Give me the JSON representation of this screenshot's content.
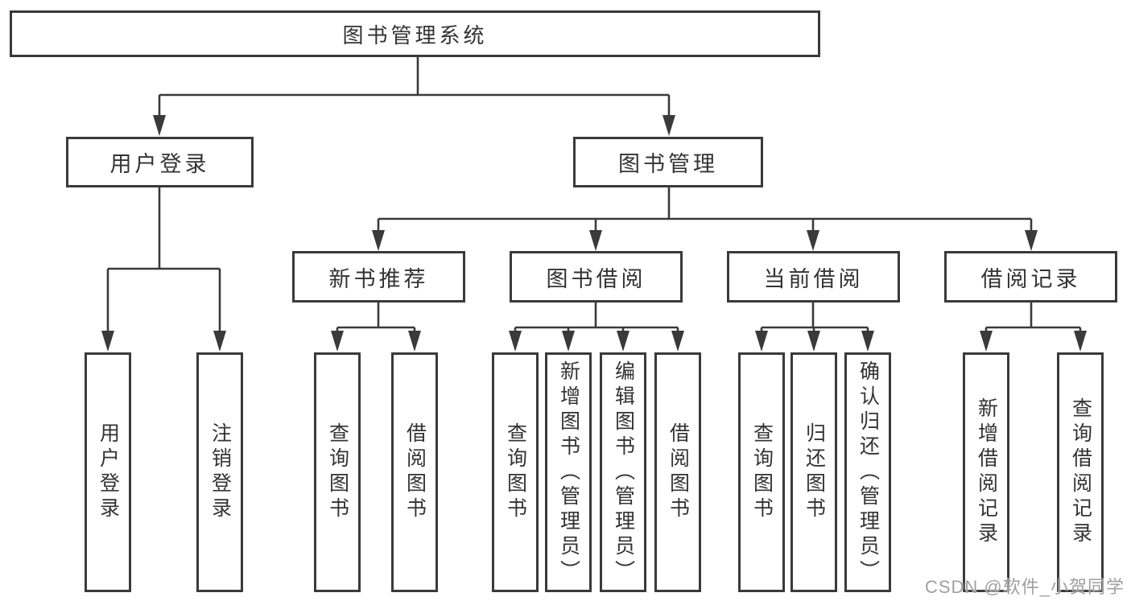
{
  "tree": {
    "label": "图书管理系统",
    "children": [
      {
        "label": "用户登录",
        "children": [
          {
            "label": "用户登录"
          },
          {
            "label": "注销登录"
          }
        ]
      },
      {
        "label": "图书管理",
        "children": [
          {
            "label": "新书推荐",
            "children": [
              {
                "label": "查询图书"
              },
              {
                "label": "借阅图书"
              }
            ]
          },
          {
            "label": "图书借阅",
            "children": [
              {
                "label": "查询图书"
              },
              {
                "label": "新增图书（管理员）"
              },
              {
                "label": "编辑图书（管理员）"
              },
              {
                "label": "借阅图书"
              }
            ]
          },
          {
            "label": "当前借阅",
            "children": [
              {
                "label": "查询图书"
              },
              {
                "label": "归还图书"
              },
              {
                "label": "确认归还（管理员）"
              }
            ]
          },
          {
            "label": "借阅记录",
            "children": [
              {
                "label": "新增借阅记录"
              },
              {
                "label": "查询借阅记录"
              }
            ]
          }
        ]
      }
    ]
  },
  "watermark": {
    "text": "CSDN @软件_小贺同学"
  },
  "colors": {
    "line": "#3a3a3a",
    "text": "#333333",
    "background": "#ffffff",
    "watermark": "#9f9f9f"
  }
}
